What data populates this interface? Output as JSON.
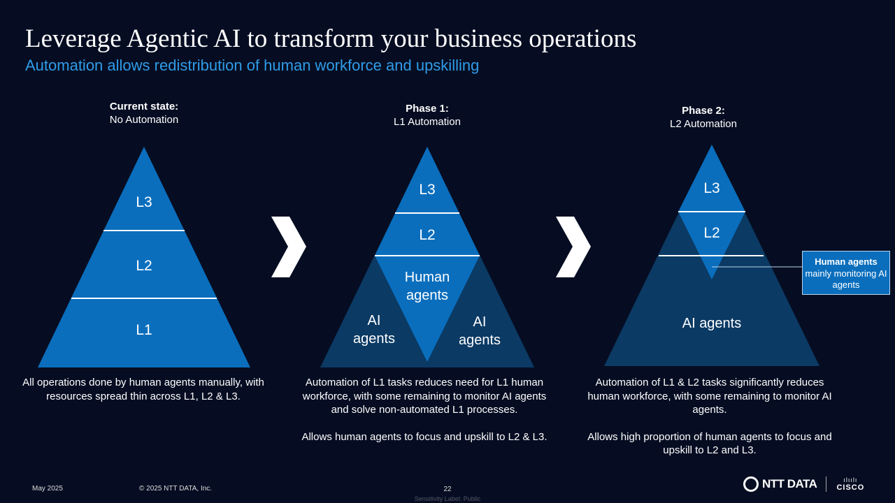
{
  "title": "Leverage Agentic AI to transform your business operations",
  "subtitle": "Automation allows redistribution of human workforce and upskilling",
  "colors": {
    "background": "#060d22",
    "accent_blue": "#0a6ebd",
    "dark_blue": "#0b3a64",
    "subtitle": "#2f9ce8"
  },
  "columns": [
    {
      "heading": "Current state:",
      "subheading": "No Automation",
      "levels": [
        "L3",
        "L2",
        "L1"
      ],
      "description": [
        "All operations done by human agents manually, with resources spread thin across L1, L2 & L3."
      ]
    },
    {
      "heading": "Phase 1:",
      "subheading": "L1 Automation",
      "levels": [
        "L3",
        "L2"
      ],
      "human_label": "Human agents",
      "ai_left": "AI agents",
      "ai_right": "AI agents",
      "description": [
        "Automation of L1 tasks reduces need for L1 human workforce, with some remaining to monitor AI agents and solve non-automated L1 processes.",
        "Allows human agents to focus and upskill to L2 & L3."
      ]
    },
    {
      "heading": "Phase 2:",
      "subheading": "L2 Automation",
      "levels": [
        "L3",
        "L2"
      ],
      "ai_label": "AI agents",
      "callout_title": "Human agents",
      "callout_text": "mainly monitoring AI agents",
      "description": [
        "Automation of L1 & L2 tasks significantly reduces human workforce, with some remaining to monitor AI agents.",
        "Allows high proportion of human agents to focus and upskill to L2 and L3."
      ]
    }
  ],
  "footer": {
    "date": "May 2025",
    "copyright": "© 2025 NTT DATA, Inc.",
    "page": "22",
    "sensitivity": "Sensitivity Label: Public",
    "logo_ntt": "NTT DATA",
    "logo_cisco": "CISCO"
  },
  "icons": {
    "next": "chevron-right-icon"
  }
}
